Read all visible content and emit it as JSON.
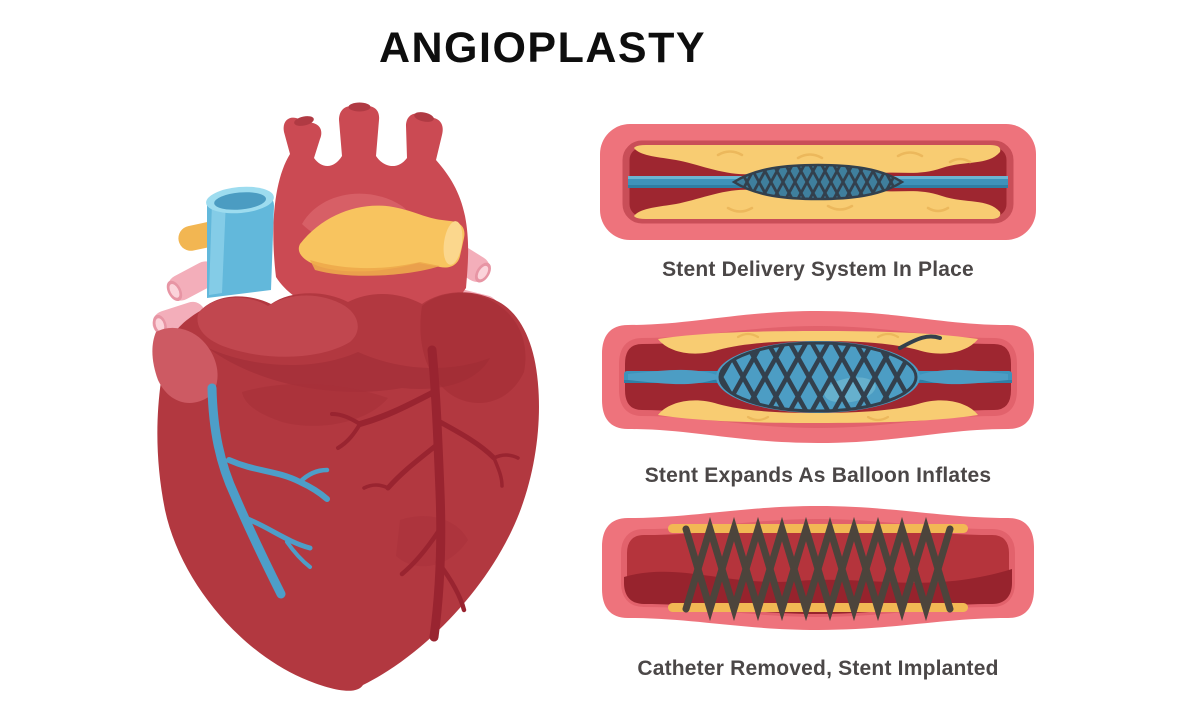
{
  "title": "ANGIOPLASTY",
  "stages": [
    {
      "id": "stent-delivery",
      "caption": "Stent Delivery System In Place"
    },
    {
      "id": "stent-expands",
      "caption": "Stent Expands As Balloon Inflates"
    },
    {
      "id": "catheter-removed",
      "caption": "Catheter Removed, Stent Implanted"
    }
  ],
  "colors": {
    "background": "#ffffff",
    "title_text": "#0e0e0e",
    "caption_text": "#4b4747",
    "artery_wall": "#ee737c",
    "artery_rim_dark": "#c94e58",
    "artery_rim_light": "#e2626c",
    "lumen_dark": "#9e2630",
    "lumen_bright": "#b5343c",
    "lumen_wave": "#97232d",
    "plaque": "#f8cc72",
    "plaque_line": "#ecb85c",
    "plaque_thin": "#f2b854",
    "catheter": "#3e93bb",
    "catheter_shade": "#2f7ea4",
    "catheter_light": "#6cb4d2",
    "stent_sleeve": "#3f7f9d",
    "balloon": "#4c9dc4",
    "balloon_highlight": "#66b0cd",
    "stent_mesh": "#33404d",
    "stent_implant": "#4c443c",
    "heart_red": "#b23840",
    "heart_red_light": "#c1474f",
    "heart_red_dark": "#a93139",
    "heart_shadow": "#9e2b34",
    "aorta_red": "#cb4a53",
    "aorta_highlight": "#d75f66",
    "aorta_stub_tip": "#b03a43",
    "flap_red": "#cd5a63",
    "vein_blue": "#4d9ec8",
    "coronary_artery": "#992430",
    "svc_blue": "#62b8db",
    "svc_blue_light": "#9ddcef",
    "svc_blue_inner": "#4b9cc2",
    "pa_yellow": "#f8c45f",
    "pa_yellow_dark": "#edaa4b",
    "pa_yellow_cap": "#fbd78d",
    "stub_yellow": "#f2b652",
    "pink_vessel": "#f3aeba",
    "pink_vessel_dark": "#e795a4",
    "pink_vessel_light": "#fbd3da"
  }
}
